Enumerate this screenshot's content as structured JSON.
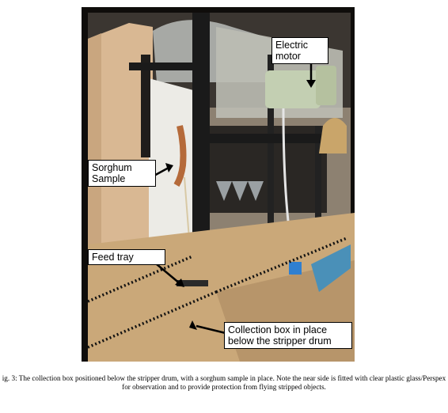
{
  "figure": {
    "callouts": {
      "electric_motor": [
        "Electric",
        "motor"
      ],
      "sorghum_sample": [
        "Sorghum",
        "Sample"
      ],
      "feed_tray": [
        "Feed tray"
      ],
      "collection_box": [
        "Collection box in place",
        "below the stripper drum"
      ]
    }
  },
  "caption": {
    "line1": "ig. 3: The collection box positioned below the stripper drum, with a sorghum sample in place. Note the near side is fitted with clear plastic glass/Perspex",
    "line2": "for observation and to provide protection from flying stripped objects."
  },
  "colors": {
    "photo_border": "#0f0d0b",
    "plywood": "#d9b893",
    "steel_frame": "#1a1a1a",
    "motor": "#c3cfb2",
    "white_panel": "#ecebe6",
    "blue_plate": "#4a90b8"
  }
}
